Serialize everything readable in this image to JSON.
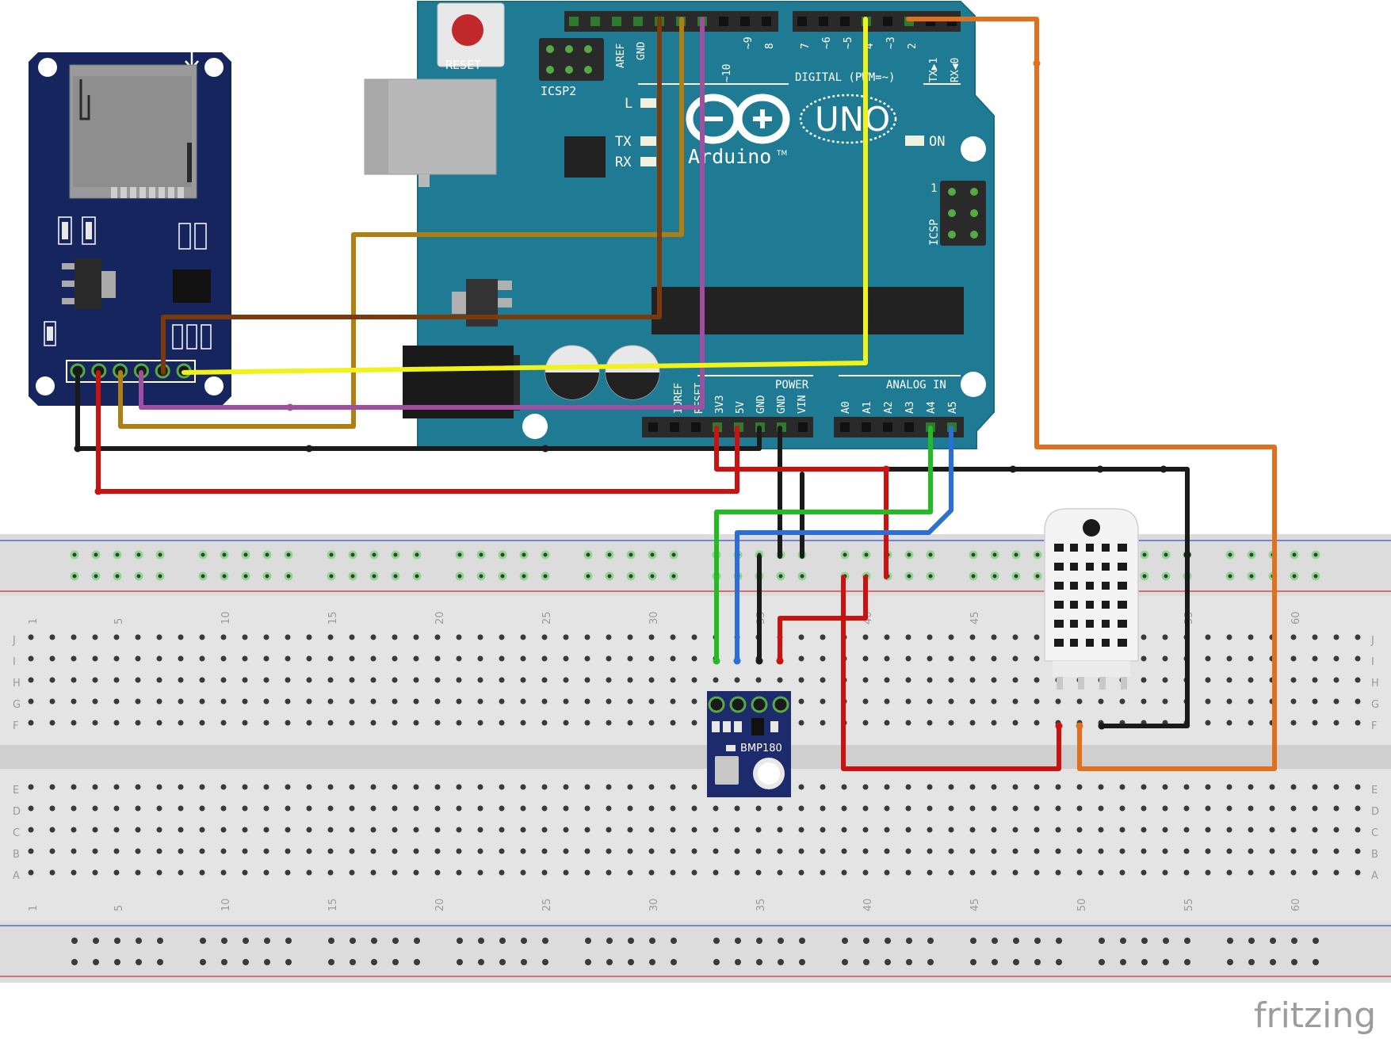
{
  "arduino": {
    "reset_label": "RESET",
    "icsp2_label": "ICSP2",
    "icsp_label": "ICSP",
    "icsp_pin1": "1",
    "aref_label": "AREF",
    "gnd_top_label": "GND",
    "digital_top_labels": [
      "~10",
      "~9",
      "8",
      "7",
      "~6",
      "~5",
      "4",
      "~3",
      "2",
      "TX▶1",
      "RX◀0"
    ],
    "digital_caption": "DIGITAL (PWM=~)",
    "l_label": "L",
    "tx_label": "TX",
    "rx_label": "RX",
    "on_label": "ON",
    "uno_label": "UNO",
    "brand_label": "Arduino",
    "tm_label": "TM",
    "power_caption": "POWER",
    "analog_caption": "ANALOG IN",
    "power_pins": [
      "IOREF",
      "RESET",
      "3V3",
      "5V",
      "GND",
      "GND",
      "VIN"
    ],
    "analog_pins": [
      "A0",
      "A1",
      "A2",
      "A3",
      "A4",
      "A5"
    ]
  },
  "bmp180": {
    "label": "BMP180"
  },
  "breadboard": {
    "row_letters_top": [
      "J",
      "I",
      "H",
      "G",
      "F"
    ],
    "row_letters_bottom": [
      "E",
      "D",
      "C",
      "B",
      "A"
    ],
    "column_numbers_top": [
      "1",
      "5",
      "10",
      "15",
      "20",
      "25",
      "30",
      "35",
      "40",
      "45",
      "50",
      "55",
      "60"
    ],
    "column_numbers_bottom": [
      "1",
      "5",
      "10",
      "15",
      "20",
      "25",
      "30",
      "35",
      "40",
      "45",
      "50",
      "55",
      "60"
    ]
  },
  "watermark": "fritzing",
  "colors": {
    "arduino_board": "#1f7b94",
    "sd_module": "#16255e",
    "bmp180_board": "#1d2a6b",
    "wire_black": "#1a1a1a",
    "wire_red": "#cc1111",
    "wire_yellow": "#f2f21b",
    "wire_orange": "#e0701c",
    "wire_brown": "#7a3a0c",
    "wire_gold": "#b07f10",
    "wire_purple": "#a04fa0",
    "wire_green": "#22bb22",
    "wire_blue": "#2a6fd8"
  }
}
